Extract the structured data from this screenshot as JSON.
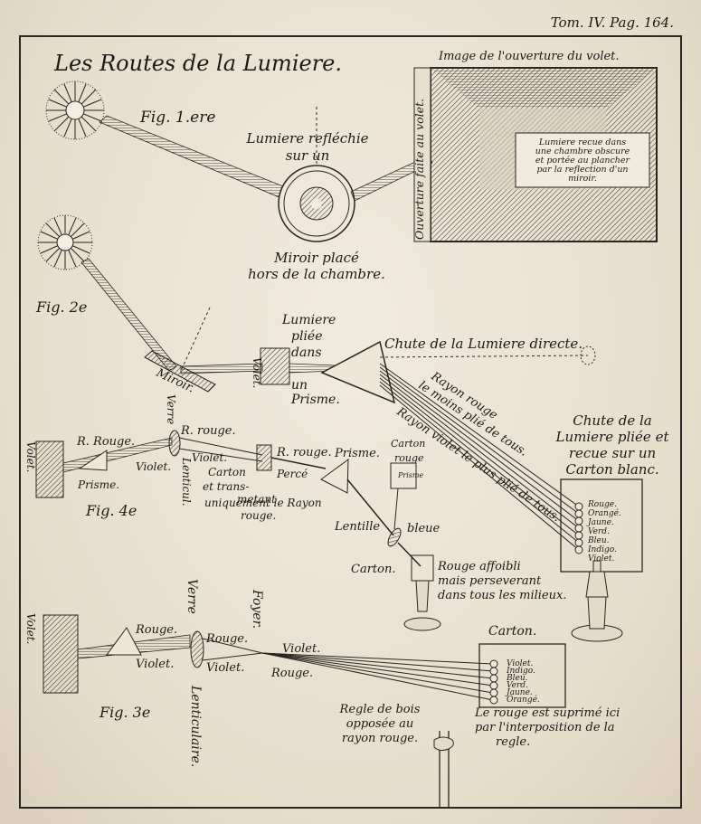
{
  "header": {
    "plate_ref": "Tom. IV. Pag. 164.",
    "title": "Les Routes de la Lumiere."
  },
  "fig1": {
    "label": "Fig. 1.ere",
    "reflected_1": "Lumiere refléchie",
    "reflected_2": "sur un",
    "mirror_1": "Miroir placé",
    "mirror_2": "hors de la chambre.",
    "shutter_side": "Ouverture faite au volet.",
    "image_title": "Image de l'ouverture du volet.",
    "caption": [
      "Lumiere recue dans",
      "une chambre obscure",
      "et portée au plancher",
      "par la reflection d'un",
      "miroir."
    ]
  },
  "fig2": {
    "label": "Fig. 2e",
    "volet": "Volet.",
    "miroir": "Miroir.",
    "bent_1": "Lumiere",
    "bent_2": "pliée",
    "bent_3": "dans",
    "bent_4": "un",
    "bent_5": "Prisme.",
    "direct": "Chute de la Lumiere directe.",
    "red_ray_1": "Rayon rouge",
    "red_ray_2": "le moins plié de tous.",
    "violet_ray_1": "Rayon violet le plus plié de tous.",
    "fall_1": "Chute de la",
    "fall_2": "Lumiere pliée et",
    "fall_3": "recue sur un",
    "fall_4": "Carton blanc.",
    "colors": [
      "Rouge.",
      "Orangé.",
      "Jaune.",
      "Verd.",
      "Bleu.",
      "Indigo.",
      "Violet."
    ]
  },
  "fig4": {
    "label": "Fig. 4e",
    "volet": "Volet.",
    "r_rouge": "R. Rouge.",
    "r_rouge2": "R. rouge.",
    "r_rouge3": "R. rouge.",
    "verre": "Verre",
    "lenticul": "Lenticul.",
    "prisme": "Prisme.",
    "violet": "Violet.",
    "violet2": "Violet.",
    "carton_1": "Carton",
    "carton_2": "et trans-",
    "carton_3": "metant",
    "carton_4": "uniquement le Rayon",
    "carton_5": "rouge.",
    "perce": "Percé",
    "prisme2": "Prisme.",
    "carton_rouge_1": "Carton",
    "carton_rouge_2": "rouge",
    "carton_rouge_3": "Prisme",
    "lentille": "Lentille",
    "bleue": "bleue",
    "carton_end": "Carton.",
    "weak_1": "Rouge affoibli",
    "weak_2": "mais perseverant",
    "weak_3": "dans tous les milieux."
  },
  "fig3": {
    "label": "Fig. 3e",
    "volet": "Volet.",
    "verre": "Verre",
    "lenticulaire": "Lenticulaire.",
    "foyer": "Foyer.",
    "rouge1": "Rouge.",
    "rouge2": "Rouge.",
    "rouge3": "Rouge.",
    "violet1": "Violet.",
    "violet2": "Violet.",
    "violet3": "Violet.",
    "carton": "Carton.",
    "colors": [
      "Violet.",
      "Indigo.",
      "Bleu.",
      "Verd.",
      "Jaune.",
      "Orangé."
    ],
    "regle_1": "Regle de bois",
    "regle_2": "opposée au",
    "regle_3": "rayon rouge.",
    "suppressed_1": "Le rouge est suprimé ici",
    "suppressed_2": "par l'interposition de la",
    "suppressed_3": "regle."
  }
}
